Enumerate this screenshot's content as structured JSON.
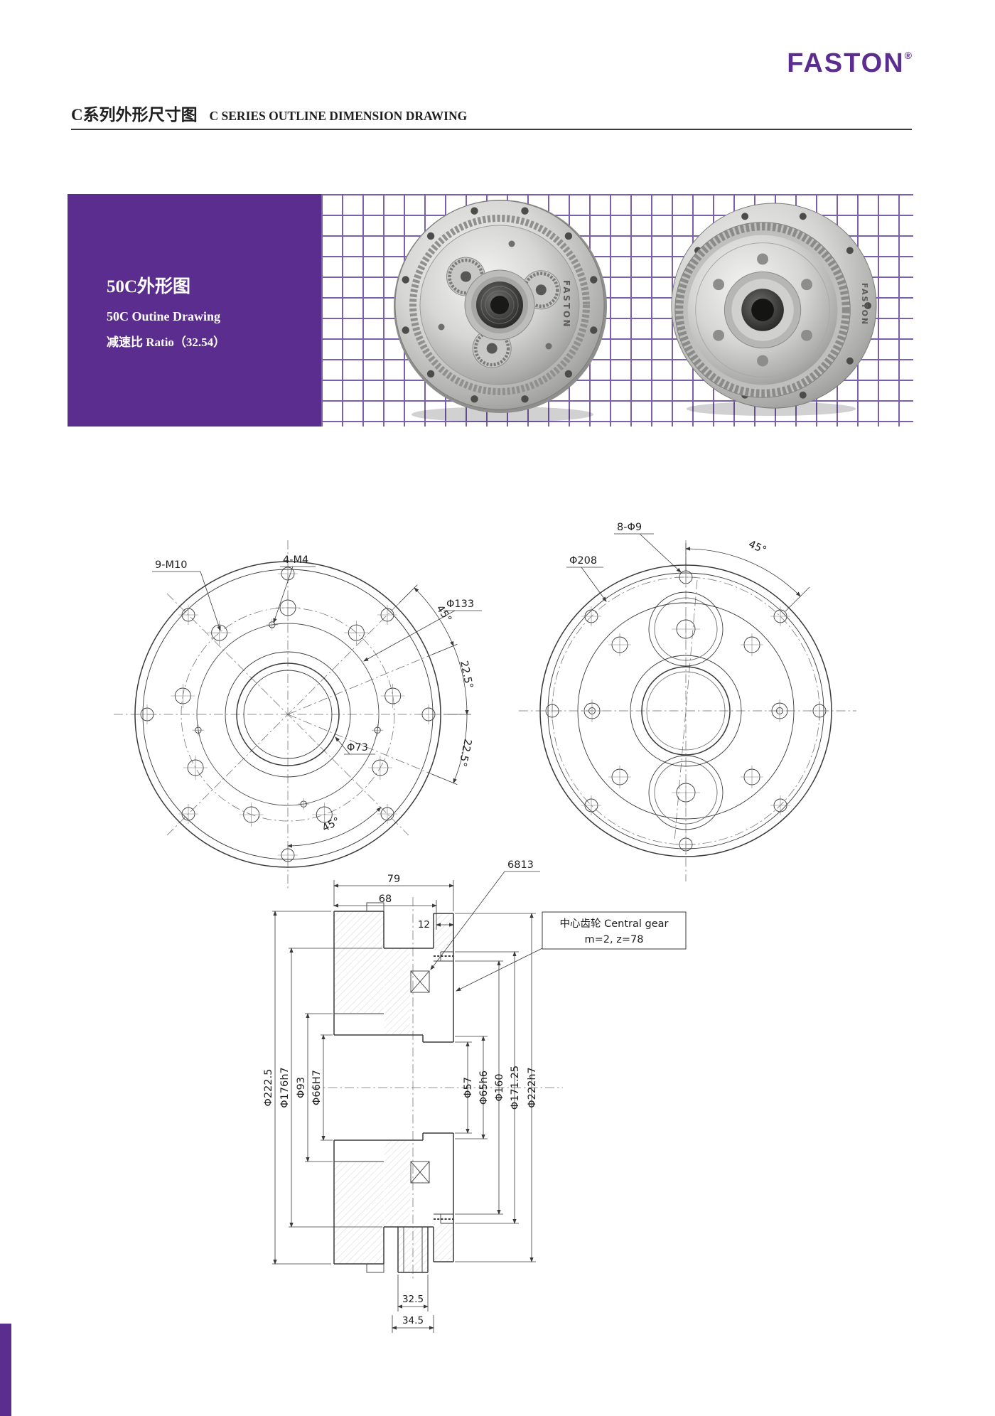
{
  "colors": {
    "brand_purple": "#5b2d8f",
    "grid_purple": "#7a5fad",
    "line_dark": "#3a3a3a"
  },
  "logo": {
    "text": "FASTON",
    "reg": "®"
  },
  "header": {
    "title_zh": "C系列外形尺寸图",
    "title_en": "C SERIES OUTLINE DIMENSION DRAWING"
  },
  "banner": {
    "title": "50C外形图",
    "subtitle": "50C Outine Drawing",
    "ratio_label": "减速比 Ratio（32.54）"
  },
  "front_left": {
    "label_9m10": "9-M10",
    "label_4m4": "4-M4",
    "dia_133": "Φ133",
    "angle_45_top": "45°",
    "angle_225_top": "22.5°",
    "dia_73": "Φ73",
    "angle_225_bottom": "22.5°",
    "angle_45_bottom": "45°"
  },
  "front_right": {
    "label_8d9": "8-Φ9",
    "dia_208": "Φ208",
    "angle_45": "45°"
  },
  "section": {
    "dim_79": "79",
    "dim_68": "68",
    "dim_12": "12",
    "bearing": "6813",
    "gear_note_title": "中心齿轮 Central gear",
    "gear_note_spec": "m=2, z=78",
    "dia_2225": "Φ222.5",
    "dia_176": "Φ176h7",
    "dia_93": "Φ93",
    "dia_66": "Φ66H7",
    "dia_57": "Φ57",
    "dia_65": "Φ65h6",
    "dia_160": "Φ160",
    "dia_17125": "Φ171.25",
    "dia_222": "Φ222h7",
    "dim_325": "32.5",
    "dim_345": "34.5"
  }
}
